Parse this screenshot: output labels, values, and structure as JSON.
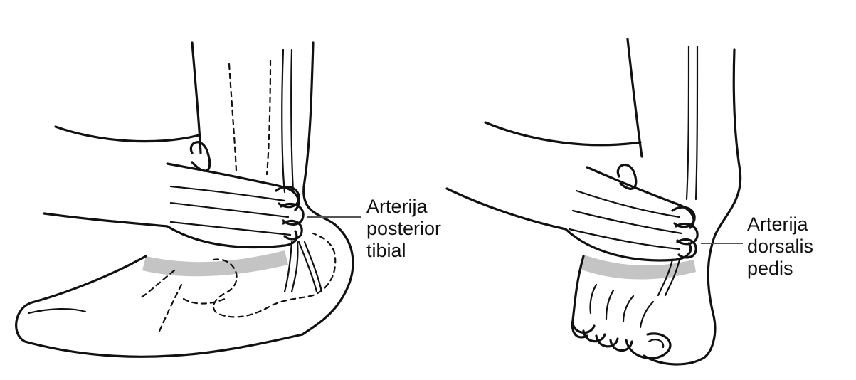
{
  "figures": [
    {
      "id": "posterior-tibial",
      "label_lines": [
        "Arterija",
        "posterior",
        "tibial"
      ]
    },
    {
      "id": "dorsalis-pedis",
      "label_lines": [
        "Arterija",
        "dorsalis",
        "pedis"
      ]
    }
  ],
  "colors": {
    "ink": "#111111",
    "shadow": "#c4c4c4",
    "leader": "#555555",
    "background": "#ffffff"
  }
}
